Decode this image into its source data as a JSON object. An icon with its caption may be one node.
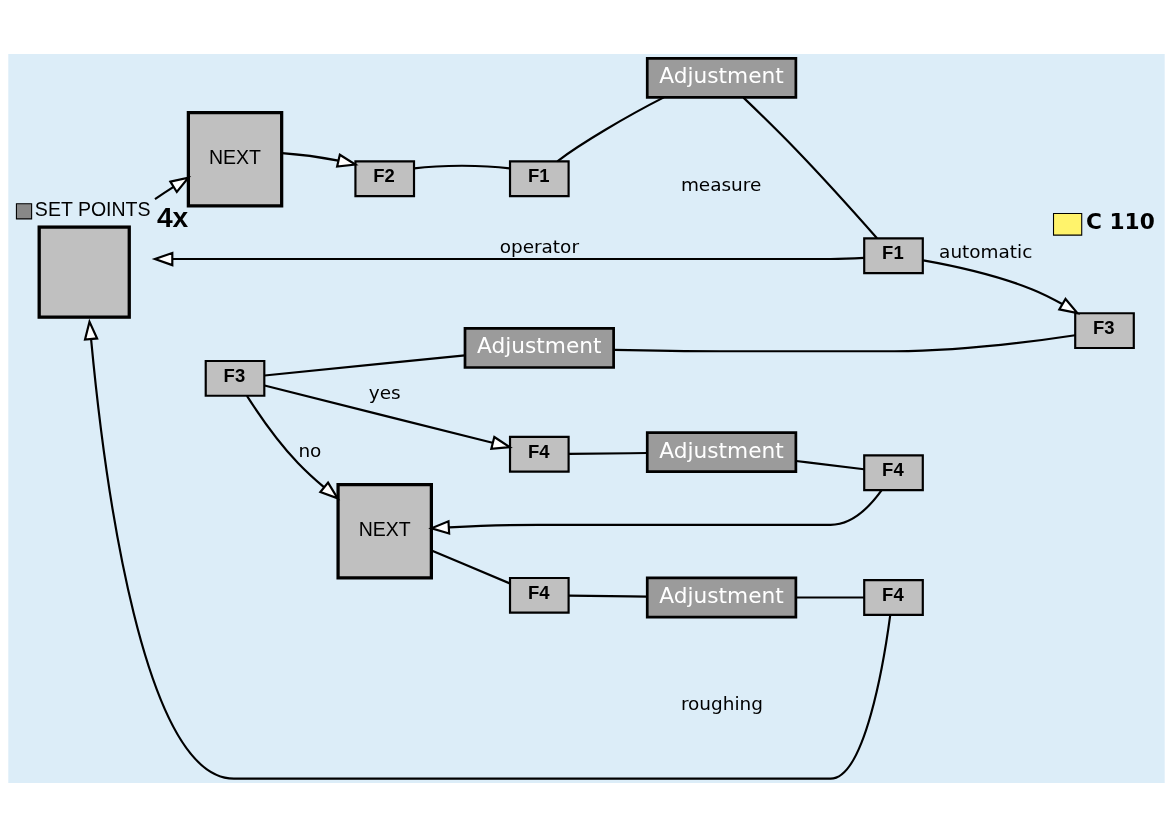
{
  "diagram": {
    "nodes": [
      {
        "text": [
          "SET POINTS"
        ]
      },
      {
        "text": [
          "NEXT"
        ],
        "beside": [
          "4x"
        ]
      },
      {
        "text": [
          "F2"
        ]
      },
      {
        "text": [
          "F1"
        ]
      },
      {
        "text": [
          "Adjustment"
        ]
      },
      {
        "text": [
          "F1"
        ]
      },
      {
        "text": [
          "F3"
        ]
      },
      {
        "text": [
          "Adjustment"
        ]
      },
      {
        "text": [
          "F3"
        ]
      },
      {
        "text": [
          "F4"
        ]
      },
      {
        "text": [
          "Adjustment"
        ]
      },
      {
        "text": [
          "F4"
        ]
      },
      {
        "text": [
          "NEXT"
        ]
      },
      {
        "text": [
          "F4"
        ]
      },
      {
        "text": [
          "Adjustment"
        ]
      },
      {
        "text": [
          "F4"
        ]
      }
    ],
    "edges": [
      {
        "from": 0,
        "to": 1,
        "arrow": "to"
      },
      {
        "from": 1,
        "to": 2,
        "arrow": "to"
      },
      {
        "from": 2,
        "to": 3,
        "arrow": "none"
      },
      {
        "from": 3,
        "to": 4,
        "arrow": "none"
      },
      {
        "from": 4,
        "to": 5,
        "arrow": "none"
      },
      {
        "from": 5,
        "to": 0,
        "arrow": "to",
        "label": "operator"
      },
      {
        "from": 5,
        "to": 8,
        "arrow": "to",
        "label": "automatic"
      },
      {
        "from": 8,
        "to": 7,
        "arrow": "none"
      },
      {
        "from": 7,
        "to": 6,
        "arrow": "none"
      },
      {
        "from": 6,
        "to": 9,
        "arrow": "to",
        "label": "yes"
      },
      {
        "from": 6,
        "to": 12,
        "arrow": "to",
        "label": "no"
      },
      {
        "from": 9,
        "to": 10,
        "arrow": "none"
      },
      {
        "from": 10,
        "to": 11,
        "arrow": "none"
      },
      {
        "from": 11,
        "to": 12,
        "arrow": "to"
      },
      {
        "from": 12,
        "to": 13,
        "arrow": "none"
      },
      {
        "from": 13,
        "to": 14,
        "arrow": "none"
      },
      {
        "from": 14,
        "to": 15,
        "arrow": "none"
      },
      {
        "from": 15,
        "to": 0,
        "arrow": "to"
      }
    ],
    "labels": [
      "C 110",
      "measure",
      "roughing"
    ]
  }
}
